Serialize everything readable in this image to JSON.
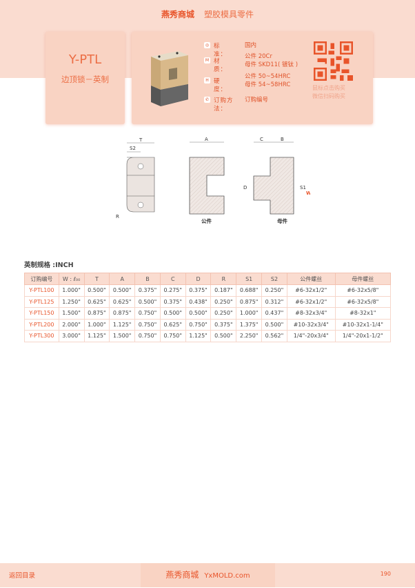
{
  "header": {
    "brand": "燕秀商城",
    "category": "塑胶模具零件"
  },
  "product": {
    "code": "Y-PTL",
    "name": "边顶锁－英制"
  },
  "specs": [
    {
      "icon": "standard-icon",
      "icon_text": "◎",
      "label": "标　　准：",
      "values": [
        "国内"
      ]
    },
    {
      "icon": "material-icon",
      "icon_text": "M",
      "label": "材　　质：",
      "values": [
        "公件 20Cr",
        "母件 SKD11( 镀钛 )"
      ]
    },
    {
      "icon": "hardness-icon",
      "icon_text": "H",
      "label": "硬　　度：",
      "values": [
        "公件 50~54HRC",
        "母件 54~58HRC"
      ]
    },
    {
      "icon": "phone-icon",
      "icon_text": "✆",
      "label": "订购方法：",
      "values": [
        "订购编号"
      ]
    }
  ],
  "qr": {
    "line1": "鼠标点击购买",
    "line2": "微信扫码购买"
  },
  "drawing": {
    "labels": {
      "T": "T",
      "S2": "S2",
      "R": "R",
      "A": "A",
      "C": "C",
      "B": "B",
      "D": "D",
      "S1": "S1",
      "W": "W"
    },
    "male": "公件",
    "female": "母件"
  },
  "table": {
    "title": "英制规格 :INCH",
    "headers": [
      "订购编号",
      "W : ℓ₀₀",
      "T",
      "A",
      "B",
      "C",
      "D",
      "R",
      "S1",
      "S2",
      "公件螺丝",
      "母件螺丝"
    ],
    "rows": [
      [
        "Y-PTL100",
        "1.000\"",
        "0.500\"",
        "0.500\"",
        "0.375\"",
        "0.275\"",
        "0.375\"",
        "0.187\"",
        "0.688\"",
        "0.250\"",
        "#6-32x1/2\"",
        "#6-32x5/8\""
      ],
      [
        "Y-PTL125",
        "1.250\"",
        "0.625\"",
        "0.625\"",
        "0.500\"",
        "0.375\"",
        "0.438\"",
        "0.250\"",
        "0.875\"",
        "0.312\"",
        "#6-32x1/2\"",
        "#6-32x5/8\""
      ],
      [
        "Y-PTL150",
        "1.500\"",
        "0.875\"",
        "0.875\"",
        "0.750\"",
        "0.500\"",
        "0.500\"",
        "0.250\"",
        "1.000\"",
        "0.437\"",
        "#8-32x3/4\"",
        "#8-32x1\""
      ],
      [
        "Y-PTL200",
        "2.000\"",
        "1.000\"",
        "1.125\"",
        "0.750\"",
        "0.625\"",
        "0.750\"",
        "0.375\"",
        "1.375\"",
        "0.500\"",
        "#10-32x3/4\"",
        "#10-32x1-1/4\""
      ],
      [
        "Y-PTL300",
        "3.000\"",
        "1.125\"",
        "1.500\"",
        "0.750\"",
        "0.750\"",
        "1.125\"",
        "0.500\"",
        "2.250\"",
        "0.562\"",
        "1/4\"-20x3/4\"",
        "1/4\"-20x1-1/2\""
      ]
    ]
  },
  "footer": {
    "back": "返回目录",
    "brand": "燕秀商城",
    "site": "YxMOLD.com",
    "page": "190"
  }
}
